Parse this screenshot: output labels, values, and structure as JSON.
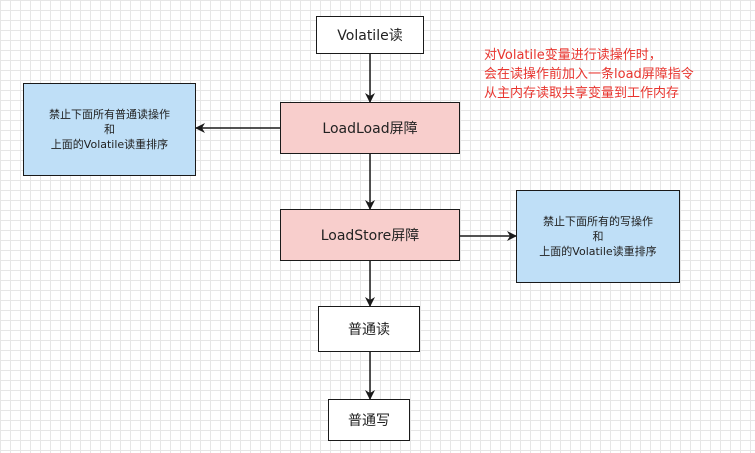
{
  "nodes": {
    "volatile_read": "Volatile读",
    "loadload": "LoadLoad屏障",
    "loadstore": "LoadStore屏障",
    "normal_read": "普通读",
    "normal_write": "普通写"
  },
  "notes": {
    "loadload": [
      "禁止下面所有普通读操作",
      "和",
      "上面的Volatile读重排序"
    ],
    "loadstore": [
      "禁止下面所有的写操作",
      "和",
      "上面的Volatile读重排序"
    ]
  },
  "annotation": [
    "对Volatile变量进行读操作时，",
    "会在读操作前加入一条load屏障指令",
    "从主内存读取共享变量到工作内存"
  ],
  "colors": {
    "barrier_fill": "#f8cecc",
    "note_fill": "#bfdff7",
    "annotation_text": "#e8352f"
  }
}
